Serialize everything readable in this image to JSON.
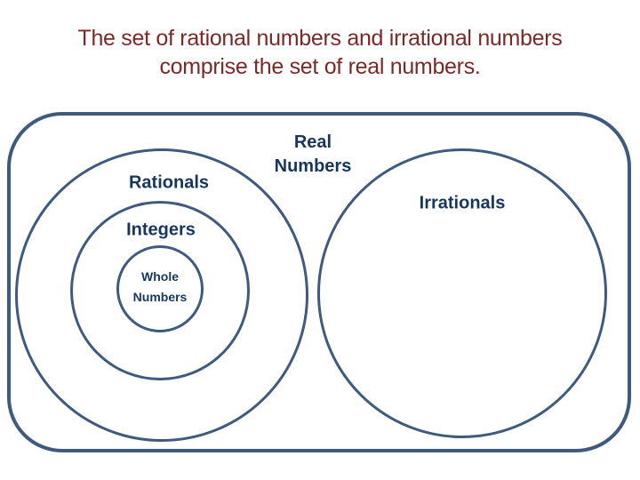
{
  "title": {
    "line1": "The set of rational numbers and irrational numbers",
    "line2": "comprise the set of real numbers."
  },
  "diagram": {
    "real_numbers": {
      "line1": "Real",
      "line2": "Numbers"
    },
    "rationals": "Rationals",
    "integers": "Integers",
    "whole_numbers": {
      "line1": "Whole",
      "line2": "Numbers"
    },
    "irrationals": "Irrationals"
  },
  "colors": {
    "outline": "#3e5a7e",
    "label_text": "#17365d",
    "title_text": "#7b2927",
    "background": "#ffffff"
  }
}
